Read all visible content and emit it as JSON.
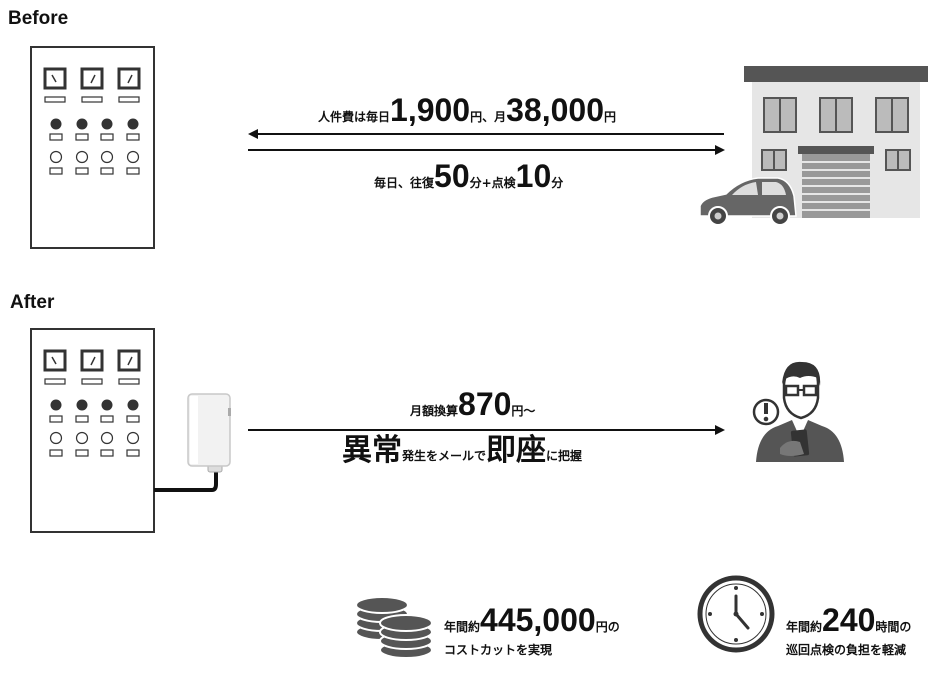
{
  "before": {
    "label": "Before",
    "line1": {
      "a": "人件費は毎日",
      "b": "1,900",
      "c": "円、月",
      "d": "38,000",
      "e": "円"
    },
    "line2": {
      "a": "毎日、往復",
      "b": "50",
      "c": "分+点検",
      "d": "10",
      "e": "分"
    }
  },
  "after": {
    "label": "After",
    "line1": {
      "a": "月額換算",
      "b": "870",
      "c": "円〜"
    },
    "line2": {
      "a": "異常",
      "b": "発生をメールで",
      "c": "即座",
      "d": "に把握"
    }
  },
  "benefits": {
    "cost": {
      "a": "年間約",
      "b": "445,000",
      "c": "円の",
      "d": "コストカットを実現"
    },
    "time": {
      "a": "年間約",
      "b": "240",
      "c": "時間の",
      "d": "巡回点検の負担を軽減"
    }
  },
  "colors": {
    "dark": "#333333",
    "mid": "#555555",
    "light": "#cccccc",
    "house": "#e6e6e6"
  }
}
